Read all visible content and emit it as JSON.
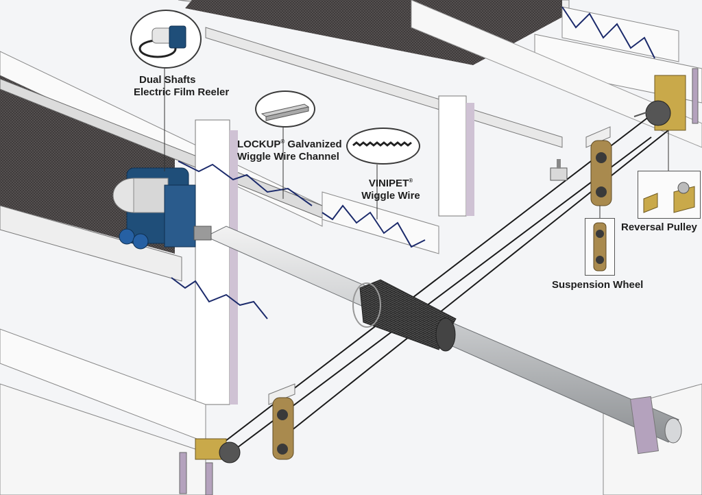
{
  "labels": {
    "reeler_line1": "Dual Shafts",
    "reeler_line2": "Electric Film Reeler",
    "channel_brand": "LOCKUP",
    "channel_mark": "®",
    "channel_rest": " Galvanized",
    "channel_line2": "Wiggle Wire Channel",
    "wire_brand": "VINIPET",
    "wire_mark": "®",
    "wire_line2": "Wiggle Wire",
    "reversal_pulley": "Reversal Pulley",
    "suspension_wheel": "Suspension Wheel"
  },
  "colors": {
    "beam": "#fafafa",
    "beam_edge": "#8c8c8c",
    "post_shadow": "#cfc2d4",
    "shade_net": "#4a4646",
    "motor_blue": "#1f4e79",
    "pipe": "#c9cbcd",
    "wire": "#1b2a6b",
    "bracket_bronze": "#a98a4e"
  }
}
